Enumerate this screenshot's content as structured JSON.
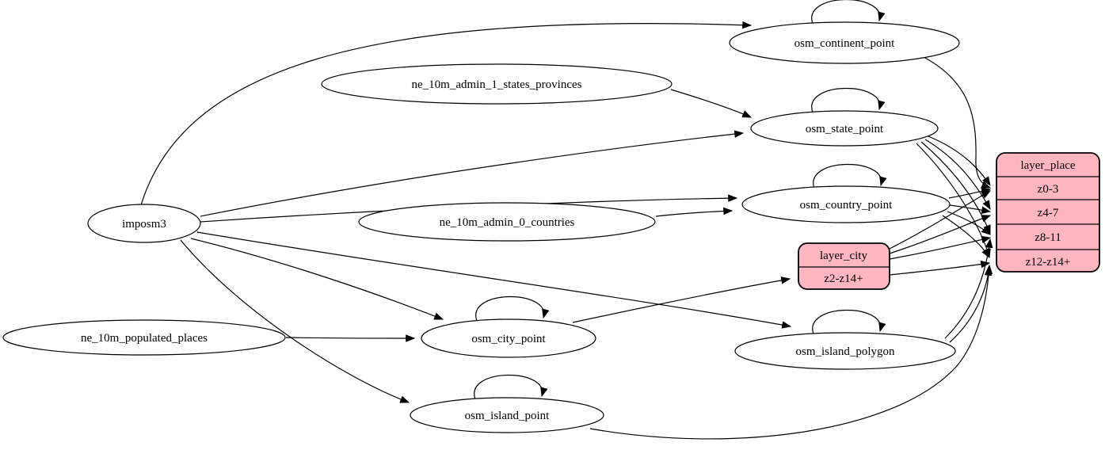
{
  "diagram": {
    "background_color": "#ffffff",
    "node_fill_color": "#ffffff",
    "record_fill_color": "#ffb6c1",
    "stroke_color": "#000000",
    "nodes": {
      "imposm3": {
        "label": "imposm3",
        "shape": "ellipse"
      },
      "ne_10m_admin_1_states_provinces": {
        "label": "ne_10m_admin_1_states_provinces",
        "shape": "ellipse"
      },
      "ne_10m_admin_0_countries": {
        "label": "ne_10m_admin_0_countries",
        "shape": "ellipse"
      },
      "ne_10m_populated_places": {
        "label": "ne_10m_populated_places",
        "shape": "ellipse"
      },
      "osm_continent_point": {
        "label": "osm_continent_point",
        "shape": "ellipse"
      },
      "osm_state_point": {
        "label": "osm_state_point",
        "shape": "ellipse"
      },
      "osm_country_point": {
        "label": "osm_country_point",
        "shape": "ellipse"
      },
      "osm_city_point": {
        "label": "osm_city_point",
        "shape": "ellipse"
      },
      "osm_island_polygon": {
        "label": "osm_island_polygon",
        "shape": "ellipse"
      },
      "osm_island_point": {
        "label": "osm_island_point",
        "shape": "ellipse"
      }
    },
    "records": {
      "layer_city": {
        "title": "layer_city",
        "rows": [
          "z2-z14+"
        ]
      },
      "layer_place": {
        "title": "layer_place",
        "rows": [
          "z0-3",
          "z4-7",
          "z8-11",
          "z12-z14+"
        ]
      }
    },
    "edges": [
      {
        "from": "imposm3",
        "to": "osm_continent_point"
      },
      {
        "from": "imposm3",
        "to": "osm_state_point"
      },
      {
        "from": "imposm3",
        "to": "osm_country_point"
      },
      {
        "from": "imposm3",
        "to": "osm_city_point"
      },
      {
        "from": "imposm3",
        "to": "osm_island_polygon"
      },
      {
        "from": "imposm3",
        "to": "osm_island_point"
      },
      {
        "from": "ne_10m_admin_1_states_provinces",
        "to": "osm_state_point"
      },
      {
        "from": "ne_10m_admin_0_countries",
        "to": "osm_country_point"
      },
      {
        "from": "ne_10m_populated_places",
        "to": "osm_city_point"
      },
      {
        "from": "osm_continent_point",
        "to": "osm_continent_point"
      },
      {
        "from": "osm_state_point",
        "to": "osm_state_point"
      },
      {
        "from": "osm_country_point",
        "to": "osm_country_point"
      },
      {
        "from": "osm_city_point",
        "to": "osm_city_point"
      },
      {
        "from": "osm_island_polygon",
        "to": "osm_island_polygon"
      },
      {
        "from": "osm_island_point",
        "to": "osm_island_point"
      },
      {
        "from": "osm_city_point",
        "to": "layer_city",
        "row": "z2-z14+"
      },
      {
        "from": "osm_continent_point",
        "to": "layer_place",
        "row": "z0-3"
      },
      {
        "from": "osm_state_point",
        "to": "layer_place",
        "row": "z0-3"
      },
      {
        "from": "osm_state_point",
        "to": "layer_place",
        "row": "z4-7"
      },
      {
        "from": "osm_state_point",
        "to": "layer_place",
        "row": "z8-11"
      },
      {
        "from": "osm_state_point",
        "to": "layer_place",
        "row": "z12-z14+"
      },
      {
        "from": "osm_country_point",
        "to": "layer_place",
        "row": "z0-3"
      },
      {
        "from": "osm_country_point",
        "to": "layer_place",
        "row": "z4-7"
      },
      {
        "from": "osm_country_point",
        "to": "layer_place",
        "row": "z8-11"
      },
      {
        "from": "osm_country_point",
        "to": "layer_place",
        "row": "z12-z14+"
      },
      {
        "from": "layer_city",
        "to": "layer_place",
        "row": "z0-3"
      },
      {
        "from": "layer_city",
        "to": "layer_place",
        "row": "z4-7"
      },
      {
        "from": "layer_city",
        "to": "layer_place",
        "row": "z8-11"
      },
      {
        "from": "layer_city",
        "to": "layer_place",
        "row": "z12-z14+"
      },
      {
        "from": "osm_island_polygon",
        "to": "layer_place",
        "row": "z8-11"
      },
      {
        "from": "osm_island_polygon",
        "to": "layer_place",
        "row": "z12-z14+"
      },
      {
        "from": "osm_island_point",
        "to": "layer_place",
        "row": "z12-z14+"
      }
    ]
  }
}
